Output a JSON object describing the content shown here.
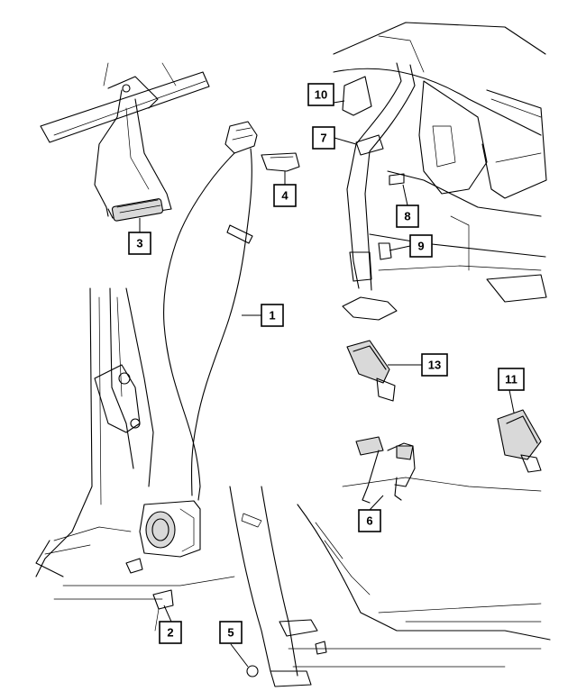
{
  "callouts": [
    {
      "id": "1",
      "label": "1"
    },
    {
      "id": "2",
      "label": "2"
    },
    {
      "id": "3",
      "label": "3"
    },
    {
      "id": "4",
      "label": "4"
    },
    {
      "id": "5",
      "label": "5"
    },
    {
      "id": "6",
      "label": "6"
    },
    {
      "id": "7",
      "label": "7"
    },
    {
      "id": "8",
      "label": "8"
    },
    {
      "id": "9",
      "label": "9"
    },
    {
      "id": "10",
      "label": "10"
    },
    {
      "id": "11",
      "label": "11"
    },
    {
      "id": "13",
      "label": "13"
    }
  ],
  "colors": {
    "line": "#000000",
    "background": "#ffffff",
    "shade": "#d9d9d9"
  }
}
